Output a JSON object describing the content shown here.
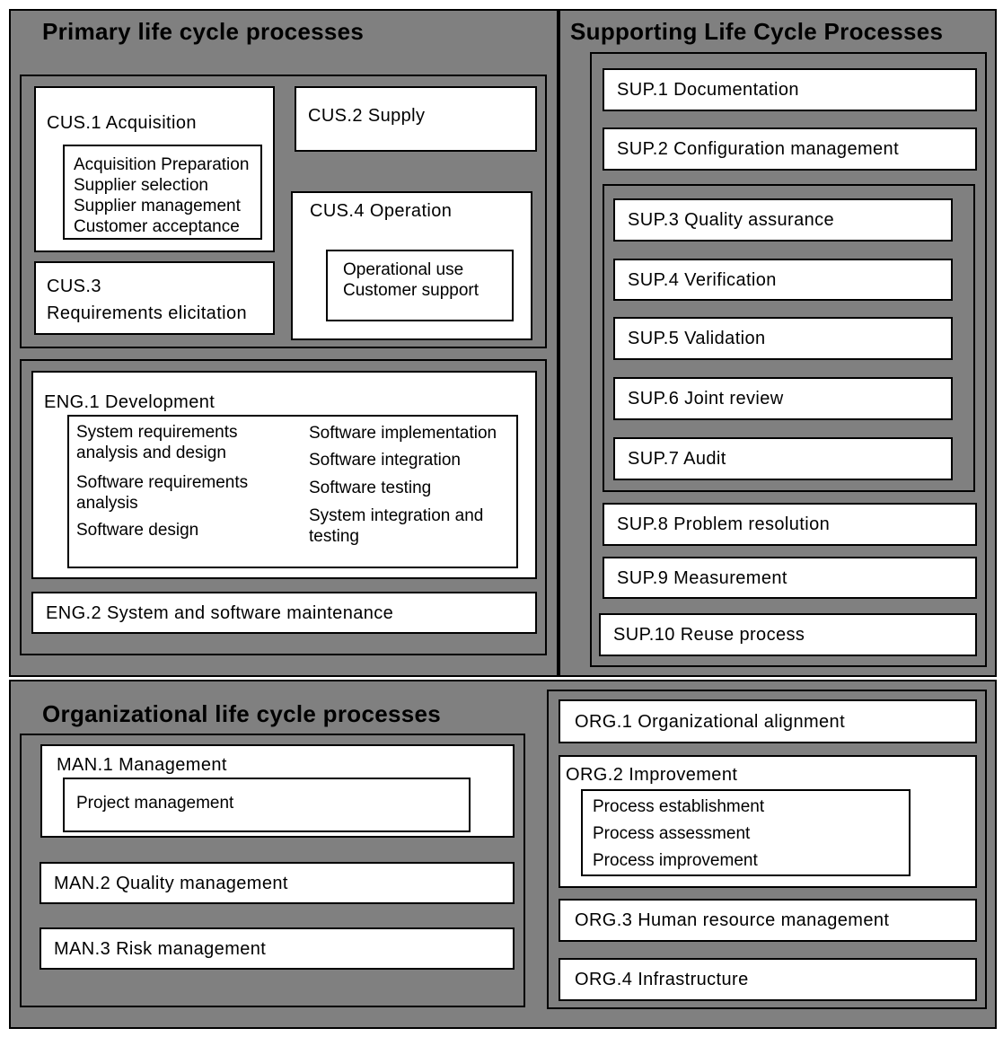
{
  "primary": {
    "title": "Primary life cycle processes",
    "cus1": {
      "label": "CUS.1  Acquisition",
      "items": [
        "Acquisition Preparation",
        "Supplier selection",
        "Supplier management",
        "Customer acceptance"
      ]
    },
    "cus2": {
      "label": "CUS.2  Supply"
    },
    "cus3": {
      "label": "CUS.3",
      "sub": "Requirements elicitation"
    },
    "cus4": {
      "label": "CUS.4  Operation",
      "items": [
        "Operational use",
        "Customer support"
      ]
    },
    "eng1": {
      "label": "ENG.1  Development",
      "left": [
        "System requirements analysis and design",
        "Software requirements analysis",
        "Software design"
      ],
      "right": [
        "Software implementation",
        "Software integration",
        "Software testing",
        "System integration and testing"
      ]
    },
    "eng2": {
      "label": "ENG.2  System and software maintenance"
    }
  },
  "supporting": {
    "title": "Supporting Life Cycle Processes",
    "items": [
      "SUP.1  Documentation",
      "SUP.2  Configuration management",
      "SUP.3  Quality assurance",
      "SUP.4  Verification",
      "SUP.5  Validation",
      "SUP.6  Joint review",
      "SUP.7  Audit",
      "SUP.8  Problem resolution",
      "SUP.9  Measurement",
      "SUP.10  Reuse process"
    ]
  },
  "organizational": {
    "title": "Organizational life cycle processes",
    "man1": {
      "label": "MAN.1  Management",
      "items": [
        "Project management"
      ]
    },
    "man2": {
      "label": "MAN.2  Quality management"
    },
    "man3": {
      "label": "MAN.3  Risk management"
    },
    "org1": {
      "label": "ORG.1  Organizational alignment"
    },
    "org2": {
      "label": "ORG.2  Improvement",
      "items": [
        "Process establishment",
        "Process assessment",
        "Process improvement"
      ]
    },
    "org3": {
      "label": "ORG.3  Human resource management"
    },
    "org4": {
      "label": "ORG.4  Infrastructure"
    }
  }
}
